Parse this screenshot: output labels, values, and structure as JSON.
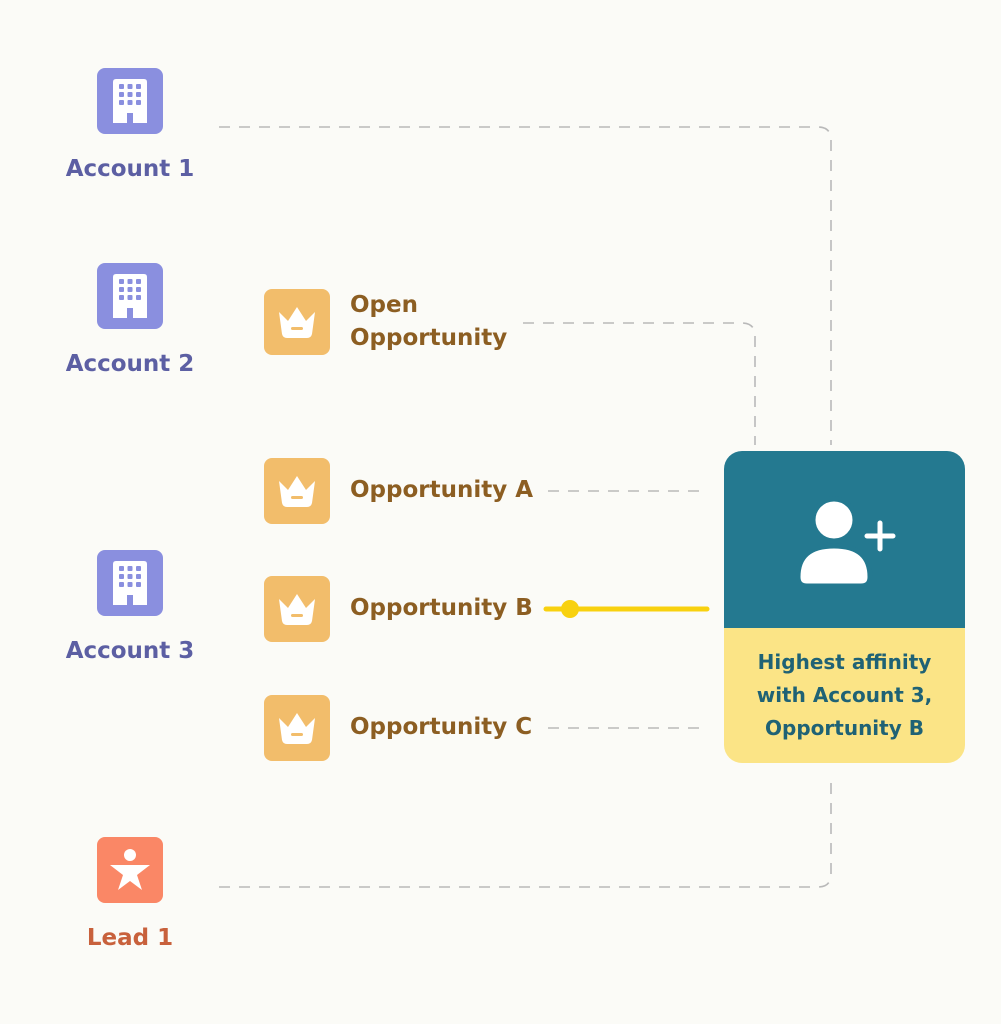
{
  "accounts": [
    {
      "label": "Account 1",
      "icon": "building-icon"
    },
    {
      "label": "Account 2",
      "icon": "building-icon"
    },
    {
      "label": "Account 3",
      "icon": "building-icon"
    }
  ],
  "opportunities": [
    {
      "label": "Open Opportunity",
      "line1": "Open",
      "line2": "Opportunity",
      "icon": "crown-icon"
    },
    {
      "label": "Opportunity A",
      "icon": "crown-icon"
    },
    {
      "label": "Opportunity B",
      "icon": "crown-icon",
      "highlighted": true
    },
    {
      "label": "Opportunity C",
      "icon": "crown-icon"
    }
  ],
  "lead": {
    "label": "Lead 1",
    "icon": "person-star-icon"
  },
  "match_card": {
    "icon": "add-user-icon",
    "text": "Highest affinity with Account 3, Opportunity B"
  },
  "colors": {
    "background": "#fbfbf7",
    "account": "#8a8fdf",
    "account_text": "#5c5fa3",
    "opportunity": "#f2bd6b",
    "opportunity_text": "#8c5e22",
    "lead": "#fa8766",
    "lead_text": "#c8613c",
    "card_top": "#247990",
    "card_bottom": "#fbe486",
    "highlight_line": "#f8d10f",
    "dashed_line": "#b9b9b9"
  }
}
